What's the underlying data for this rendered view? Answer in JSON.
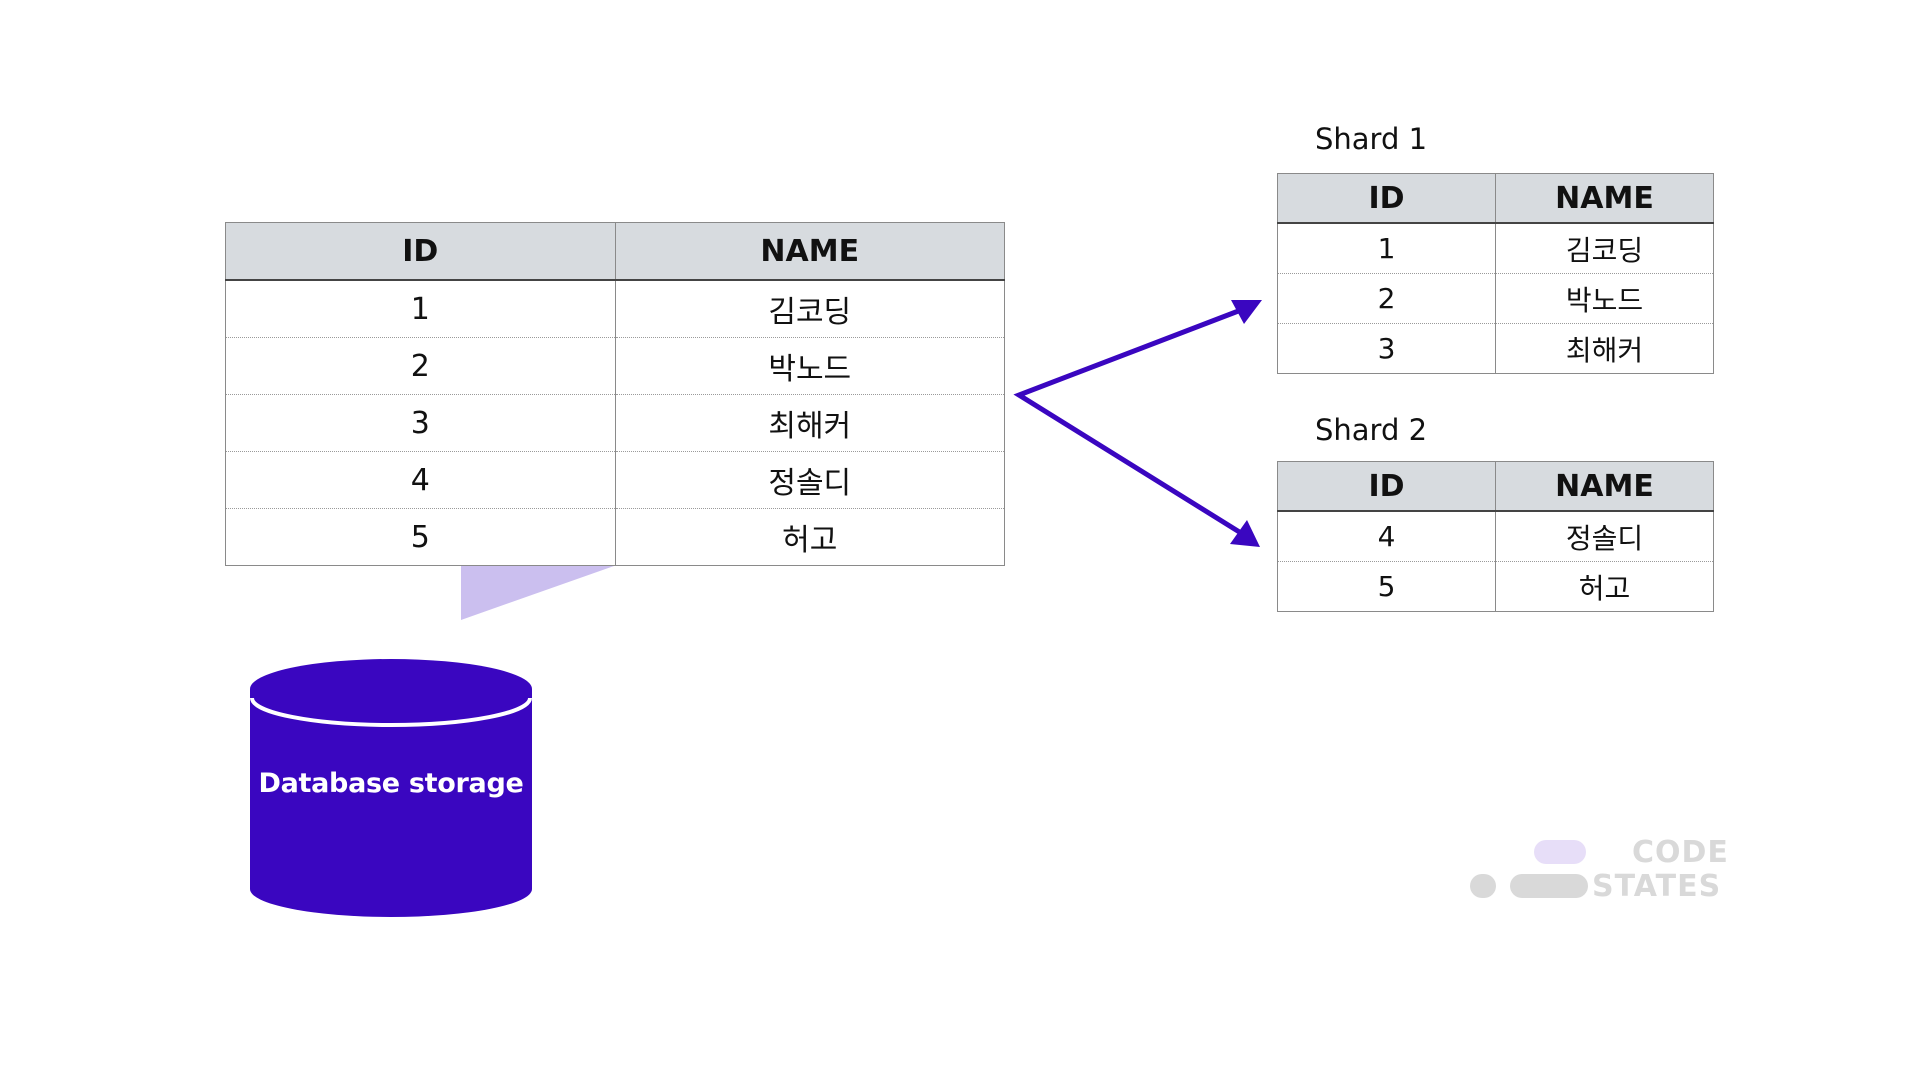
{
  "main_table": {
    "headers": [
      "ID",
      "NAME"
    ],
    "rows": [
      {
        "id": "1",
        "name": "김코딩"
      },
      {
        "id": "2",
        "name": "박노드"
      },
      {
        "id": "3",
        "name": "최해커"
      },
      {
        "id": "4",
        "name": "정솔디"
      },
      {
        "id": "5",
        "name": "허고"
      }
    ]
  },
  "database": {
    "label": "Database storage",
    "color": "#3a06c0"
  },
  "shards": [
    {
      "title": "Shard 1",
      "headers": [
        "ID",
        "NAME"
      ],
      "rows": [
        {
          "id": "1",
          "name": "김코딩"
        },
        {
          "id": "2",
          "name": "박노드"
        },
        {
          "id": "3",
          "name": "최해커"
        }
      ]
    },
    {
      "title": "Shard 2",
      "headers": [
        "ID",
        "NAME"
      ],
      "rows": [
        {
          "id": "4",
          "name": "정솔디"
        },
        {
          "id": "5",
          "name": "허고"
        }
      ]
    }
  ],
  "colors": {
    "arrow": "#3a06c0",
    "wedge": "#cbbfef",
    "header_bg": "#d7dbdf"
  },
  "logo": {
    "line1": "CODE",
    "line2": "STATES"
  }
}
